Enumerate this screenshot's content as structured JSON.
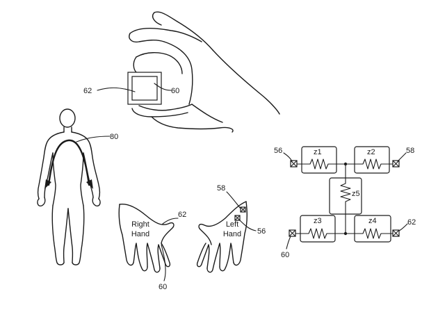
{
  "device": {
    "ref_device": "60",
    "ref_sensor": "62"
  },
  "body": {
    "ref_path": "80"
  },
  "hands": {
    "right_label_line1": "Right",
    "right_label_line2": "Hand",
    "left_label_line1": "Left",
    "left_label_line2": "Hand",
    "ref_right_sensor": "62",
    "ref_right_device": "60",
    "ref_left_top": "58",
    "ref_left_bottom": "56"
  },
  "circuit": {
    "impedances": [
      "z1",
      "z2",
      "z5",
      "z3",
      "z4"
    ],
    "ref_tl": "56",
    "ref_tr": "58",
    "ref_bl": "60",
    "ref_br": "62"
  }
}
